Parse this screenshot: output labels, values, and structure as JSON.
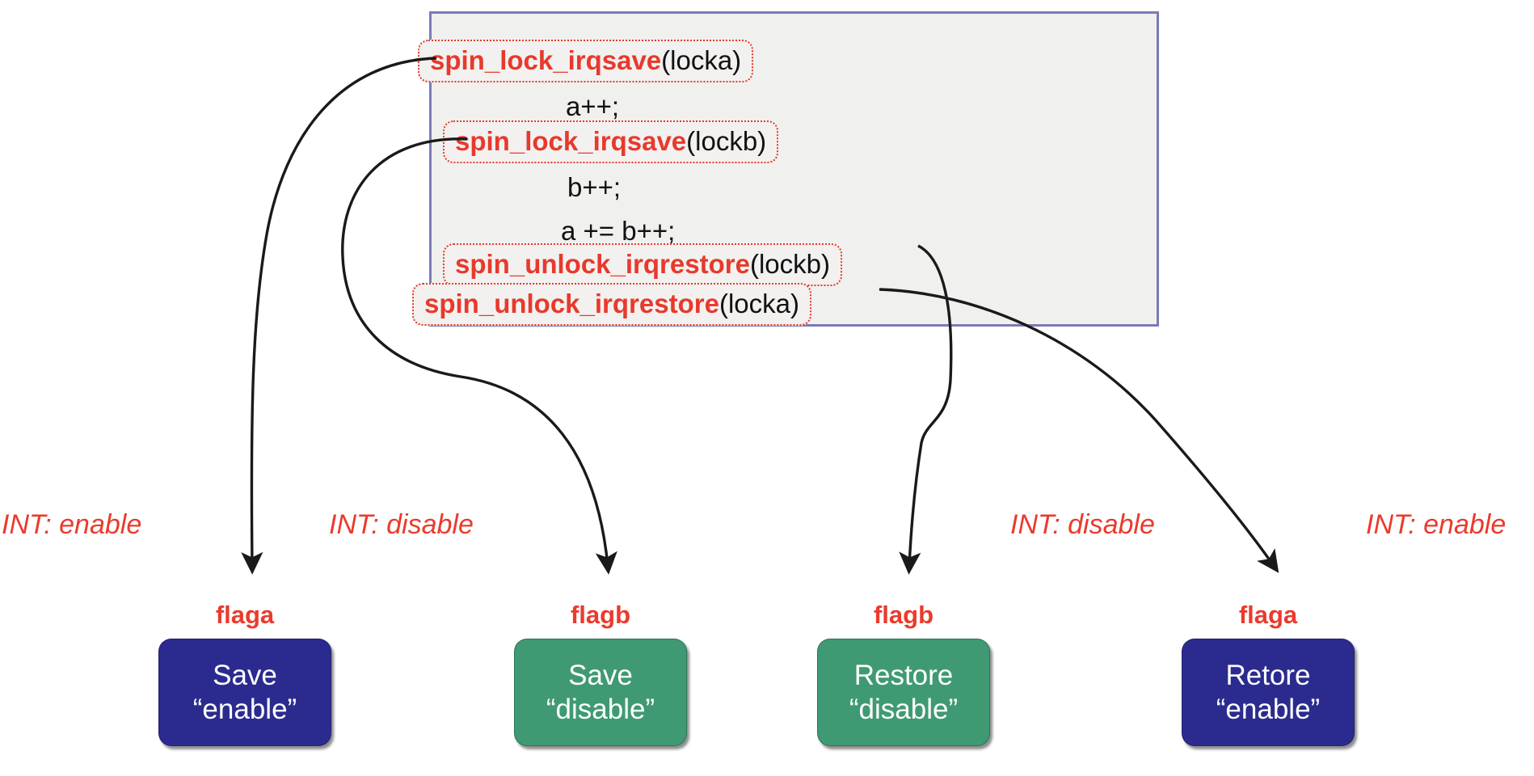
{
  "diagram": {
    "title": "spin_lock_irqsave / spin_unlock_irqrestore interrupt flag save-restore diagram",
    "colors": {
      "code_panel_bg": "#f0f0ef",
      "code_panel_border": "#7b7bb8",
      "call_text": "#e8392b",
      "call_border": "#e8392b",
      "arg_text": "#111111",
      "annotation_red": "#ea3b2d",
      "box_blue": "#2b2b8f",
      "box_green": "#3f9a74",
      "arrow": "#1a1a1a",
      "box_text": "#ffffff"
    },
    "code_panel": {
      "lines": [
        {
          "id": "lock-a",
          "boxed": true,
          "fn": "spin_lock_irqsave",
          "arg": "(locka)"
        },
        {
          "id": "a-inc",
          "boxed": false,
          "fn": "",
          "arg": "a++;"
        },
        {
          "id": "lock-b",
          "boxed": true,
          "fn": "spin_lock_irqsave",
          "arg": "(lockb)"
        },
        {
          "id": "b-inc",
          "boxed": false,
          "fn": "",
          "arg": "b++;"
        },
        {
          "id": "a-plus-eq-b",
          "boxed": false,
          "fn": "",
          "arg": "a += b++;"
        },
        {
          "id": "unlock-b",
          "boxed": true,
          "fn": "spin_unlock_irqrestore",
          "arg": "(lockb)"
        },
        {
          "id": "unlock-a",
          "boxed": true,
          "fn": "spin_unlock_irqrestore",
          "arg": "(locka)"
        }
      ]
    },
    "annotations": [
      {
        "id": "int-1",
        "text": "INT: enable"
      },
      {
        "id": "int-2",
        "text": "INT: disable"
      },
      {
        "id": "int-3",
        "text": "INT: disable"
      },
      {
        "id": "int-4",
        "text": "INT: enable"
      }
    ],
    "states": [
      {
        "id": "state-1",
        "flag": "flaga",
        "action": "Save",
        "value": "“enable”",
        "color": "#2b2b8f"
      },
      {
        "id": "state-2",
        "flag": "flagb",
        "action": "Save",
        "value": "“disable”",
        "color": "#3f9a74"
      },
      {
        "id": "state-3",
        "flag": "flagb",
        "action": "Restore",
        "value": "“disable”",
        "color": "#3f9a74"
      },
      {
        "id": "state-4",
        "flag": "flaga",
        "action": "Retore",
        "value": "“enable”",
        "color": "#2b2b8f"
      }
    ],
    "arrows": [
      {
        "id": "arrow-lock-a-to-state-1",
        "from": "lock-a",
        "to": "state-1"
      },
      {
        "id": "arrow-lock-b-to-state-2",
        "from": "lock-b",
        "to": "state-2"
      },
      {
        "id": "arrow-unlock-b-to-state-3",
        "from": "unlock-b",
        "to": "state-3"
      },
      {
        "id": "arrow-unlock-a-to-state-4",
        "from": "unlock-a",
        "to": "state-4"
      }
    ]
  }
}
